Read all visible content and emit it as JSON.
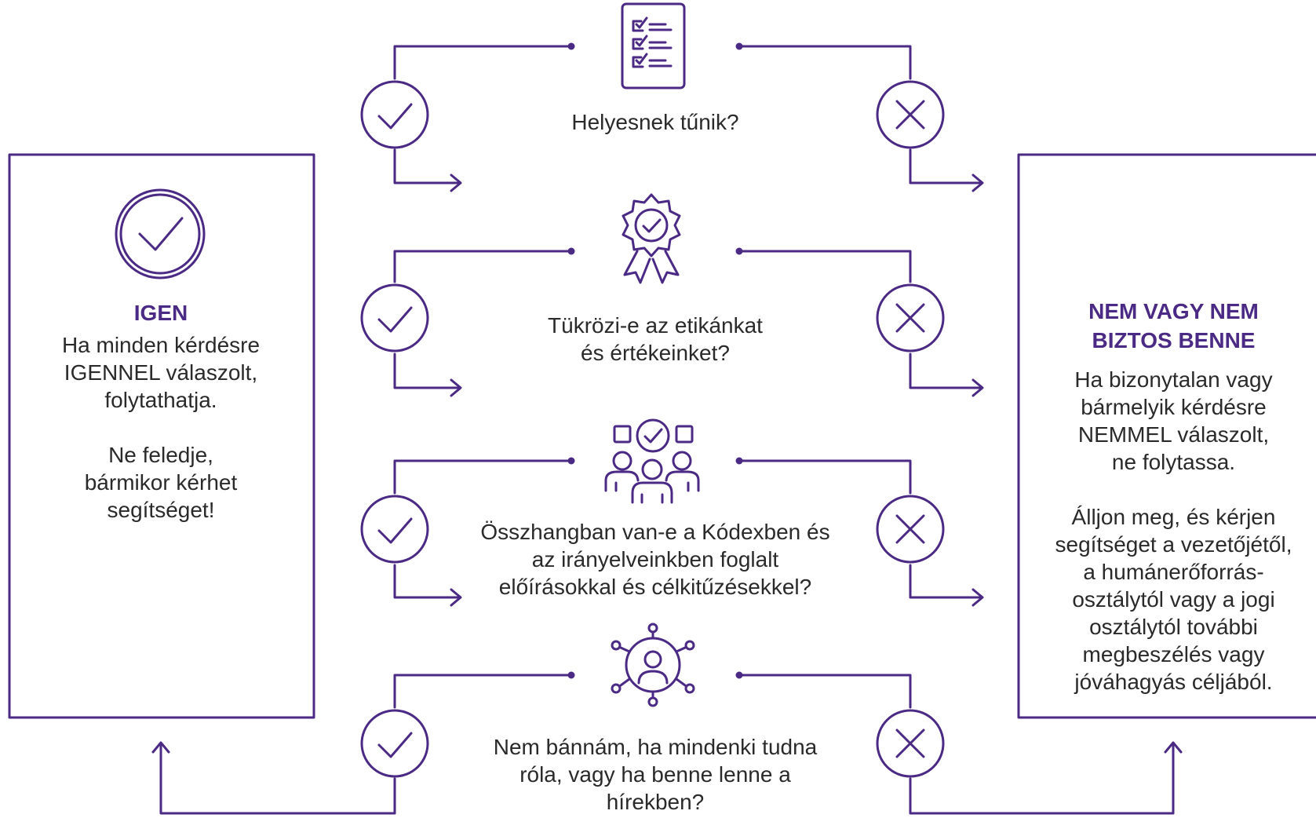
{
  "colors": {
    "accent": "#4b2a85",
    "text": "#2a2a2a",
    "background": "#ffffff"
  },
  "questions": [
    {
      "icon": "checklist-icon",
      "lines": [
        "Helyesnek tűnik?"
      ]
    },
    {
      "icon": "award-badge-icon",
      "lines": [
        "Tükrözi-e  az etikánkat",
        "és értékeinket?"
      ]
    },
    {
      "icon": "team-approval-icon",
      "lines": [
        "Összhangban van-e  a Kódexben és",
        "az irányelveinkben foglalt",
        "előírásokkal és célkitűzésekkel?"
      ]
    },
    {
      "icon": "network-person-icon",
      "lines": [
        "Nem bánnám, ha mindenki tudna",
        "róla, vagy ha benne lenne a",
        "hírekben?"
      ]
    }
  ],
  "yes_panel": {
    "icon": "check-circle-icon",
    "title": "IGEN",
    "body_1": [
      "Ha minden kérdésre",
      "IGENNEL válaszolt,",
      "folytathatja."
    ],
    "body_2": [
      "Ne feledje,",
      "bármikor kérhet",
      "segítséget!"
    ]
  },
  "no_panel": {
    "title": [
      "NEM VAGY NEM",
      "BIZTOS BENNE"
    ],
    "body_1": [
      "Ha bizonytalan vagy",
      "bármelyik kérdésre",
      "NEMMEL válaszolt,",
      "ne folytassa."
    ],
    "body_2": [
      "Álljon meg, és kérjen",
      "segítséget a vezetőjétől,",
      "a humánerőforrás-",
      "osztálytól vagy a jogi",
      "osztálytól további",
      "megbeszélés vagy",
      "jóváhagyás céljából."
    ]
  }
}
